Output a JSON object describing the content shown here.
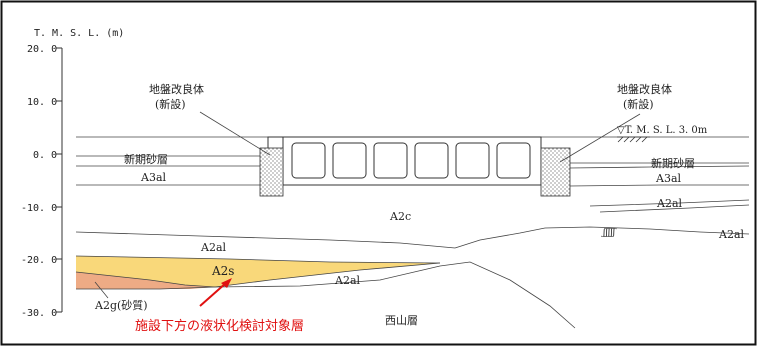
{
  "axis": {
    "title": "T. M. S. L.  (m)",
    "ticks": [
      "20. 0",
      "10. 0",
      "0. 0",
      "-10. 0",
      "-20. 0",
      "-30. 0"
    ]
  },
  "annotations": {
    "left_improvement": [
      "地盤改良体",
      "(新設)"
    ],
    "right_improvement": [
      "地盤改良体",
      "(新設)"
    ],
    "water_level": "▽T. M. S. L. 3. 0m",
    "target_note": "施設下方の液状化検討対象層"
  },
  "layers": {
    "shinki_left": "新期砂層",
    "shinki_right": "新期砂層",
    "a3al_left": "A3al",
    "a3al_right": "A3al",
    "a2c": "A2c",
    "a2al_upper_right": "A2al",
    "a2al_left": "A2al",
    "a2al_far_right": "A2al",
    "a2al_middle": "A2al",
    "a2s": "A2s",
    "a2g": "A2g(砂質)",
    "nishiyama": "西山層"
  },
  "colors": {
    "a2s_fill": "#f9d87a",
    "a2g_fill": "#eeab85",
    "note_red": "#e01010",
    "border": "#111111"
  }
}
